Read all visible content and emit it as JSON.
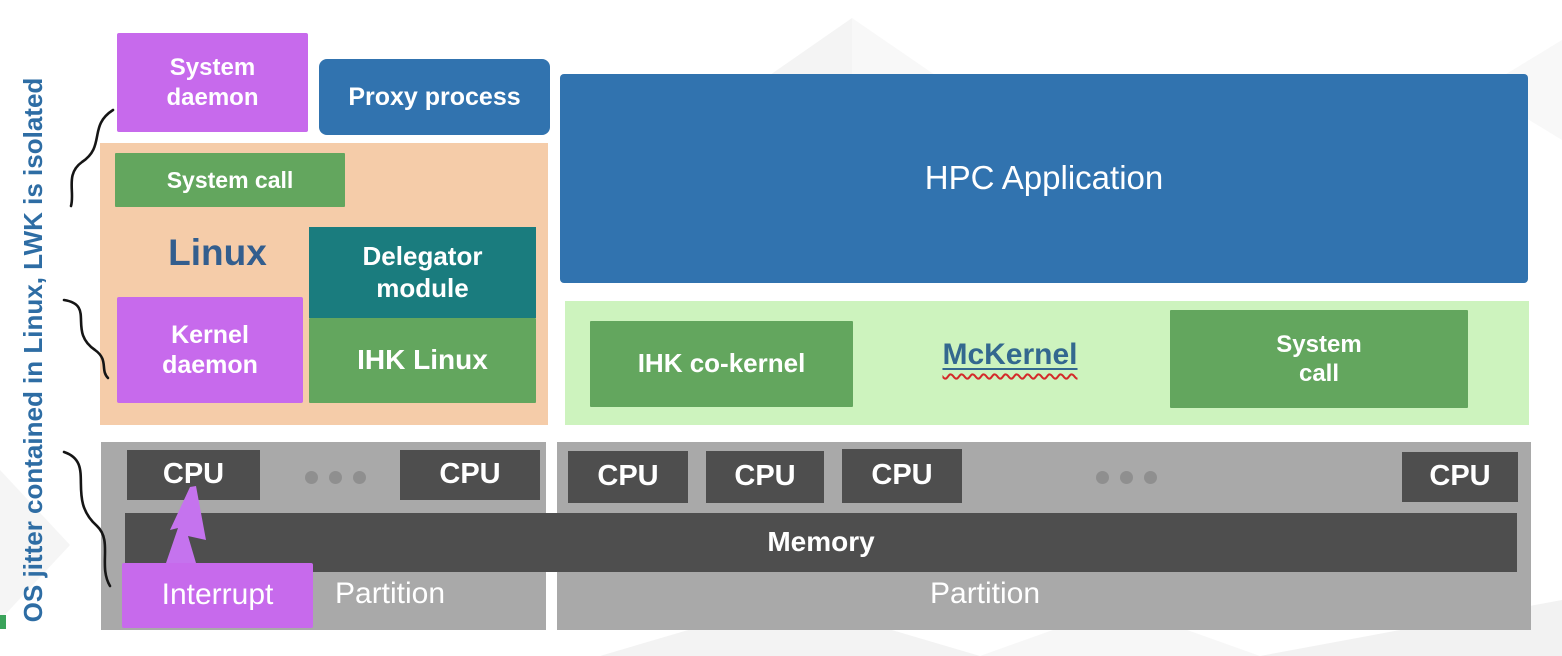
{
  "side_annotation": {
    "text": "OS jitter contained in Linux, LWK is isolated"
  },
  "top_row": {
    "system_daemon": "System\ndaemon",
    "proxy_process": "Proxy process",
    "hpc_application": "HPC Application"
  },
  "linux_section": {
    "label": "Linux",
    "system_call": "System call",
    "delegator_module": "Delegator\nmodule",
    "kernel_daemon": "Kernel\ndaemon",
    "ihk_linux": "IHK Linux"
  },
  "mckernel_section": {
    "label": "McKernel",
    "ihk_co_kernel": "IHK co-kernel",
    "system_call": "System\ncall"
  },
  "hardware": {
    "cpu_label": "CPU",
    "memory_label": "Memory",
    "partition_left_label": "Partition",
    "partition_right_label": "Partition",
    "interrupt_label": "Interrupt",
    "left_partition_cpu_count": 2,
    "right_partition_cpu_count": 4
  },
  "icons": {
    "ellipsis": "cpu-ellipsis-dots",
    "interrupt_bolt": "lightning-bolt",
    "connectors": "hand-drawn-squiggle-lines"
  },
  "colors": {
    "purple": "#C76AEC",
    "blue": "#3173AF",
    "peach": "#F5CCA9",
    "green": "#63A65E",
    "teal": "#1A7C7E",
    "light_green": "#CDF3BE",
    "gray": "#A9A9A9",
    "dark_gray": "#4E4E4E",
    "annotation_blue": "#2E6DA4",
    "linux_text": "#335E8E",
    "mckernel_text": "#33688F",
    "squiggle_red": "#D42A2A"
  }
}
